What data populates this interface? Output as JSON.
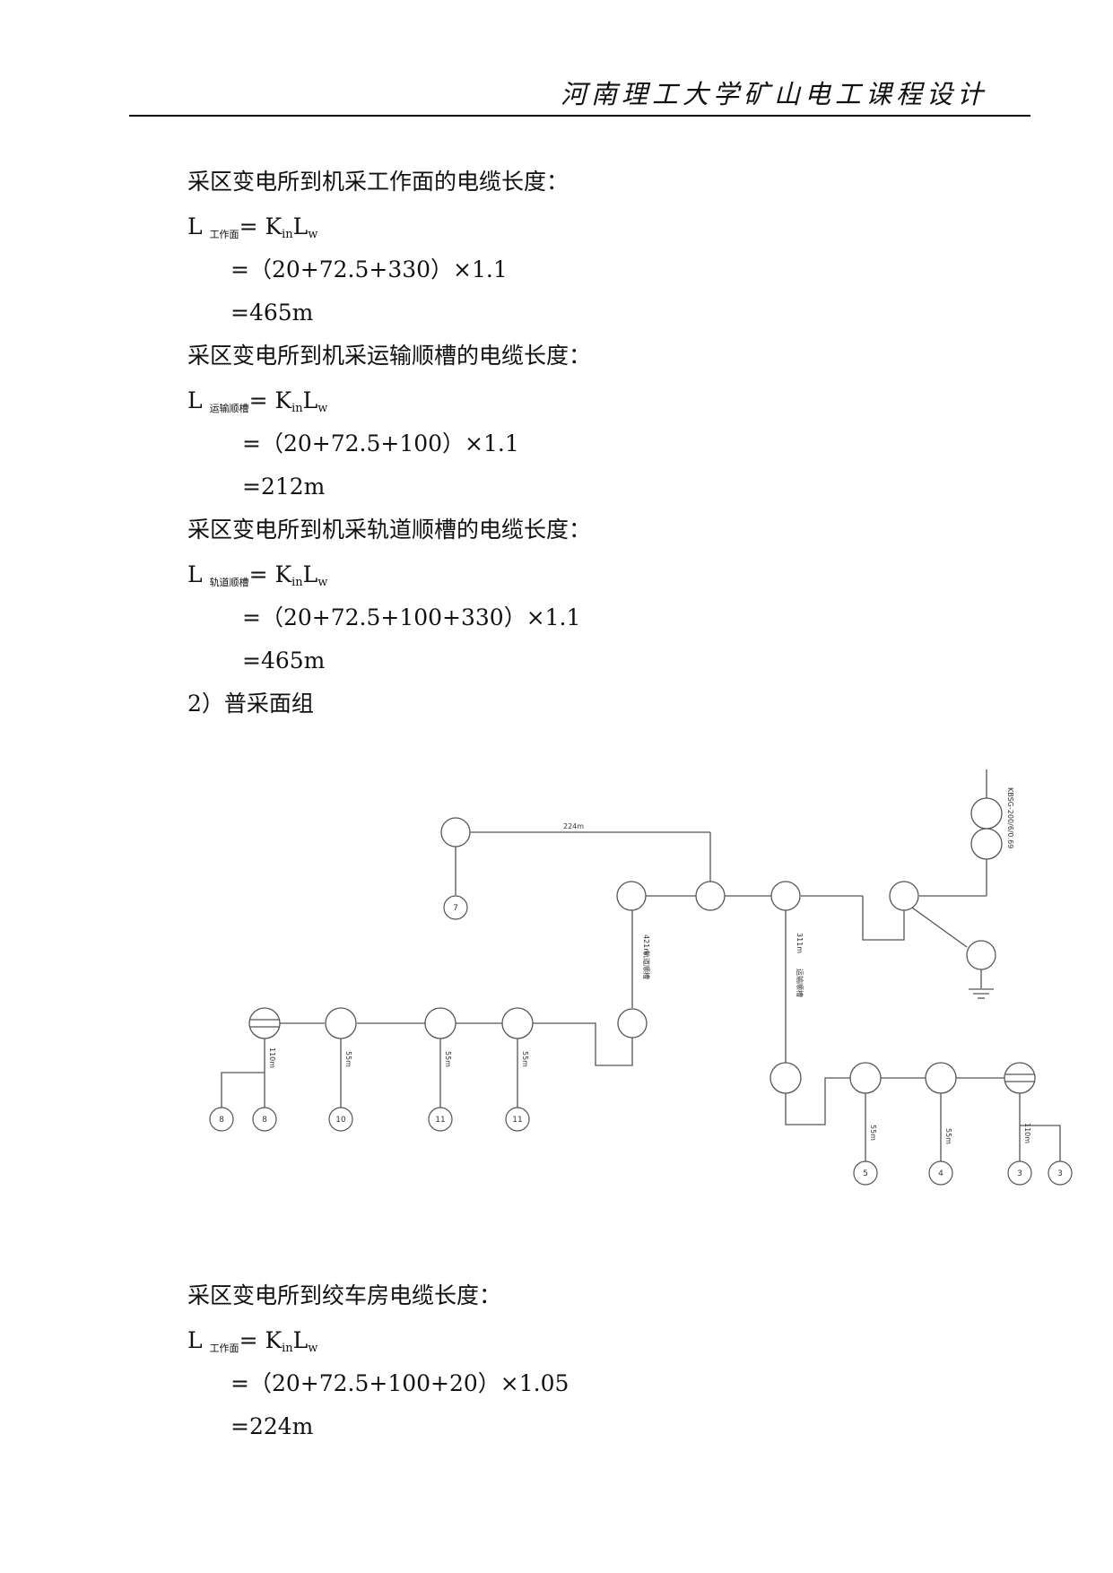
{
  "header": {
    "title": "河南理工大学矿山电工课程设计"
  },
  "section1": {
    "heading_workface": "采区变电所到机采工作面的电缆长度：",
    "formula_workface": {
      "L": "L",
      "sub": "工作面",
      "eq": "= K",
      "in": "in",
      "L2": "L",
      "w": "w"
    },
    "calc_workface": "=（20+72.5+330）×1.1",
    "result_workface": "=465m",
    "heading_transport": "采区变电所到机采运输顺槽的电缆长度：",
    "formula_transport": {
      "L": "L",
      "sub": "运输顺槽",
      "eq": "= K",
      "in": "in",
      "L2": "L",
      "w": "w"
    },
    "calc_transport": "=（20+72.5+100）×1.1",
    "result_transport": "=212m",
    "heading_rail": "采区变电所到机采轨道顺槽的电缆长度：",
    "formula_rail": {
      "L": "L",
      "sub": "轨道顺槽",
      "eq": "= K",
      "in": "in",
      "L2": "L",
      "w": "w"
    },
    "calc_rail": "=（20+72.5+100+330）×1.1",
    "result_rail": "=465m",
    "subsection": "2）普采面组"
  },
  "diagram": {
    "label_224": "224m",
    "label_rail": "轨道顺槽",
    "label_421": "421m",
    "label_transport": "运输顺槽",
    "label_311": "311m",
    "label_transformer": "KBSG-200/6/0.69",
    "label_110_left": "110m",
    "label_55_a": "55m",
    "label_55_b": "55m",
    "label_55_c": "55m",
    "label_55_d": "55m",
    "label_55_e": "55m",
    "label_110_right": "110m",
    "nodes": [
      "7",
      "8",
      "8",
      "10",
      "11",
      "11",
      "5",
      "4",
      "3",
      "3"
    ]
  },
  "section2": {
    "heading_winch": "采区变电所到绞车房电缆长度：",
    "formula_winch": {
      "L": "L",
      "sub": "工作面",
      "eq": "= K",
      "in": "in",
      "L2": "L",
      "w": "w"
    },
    "calc_winch": "=（20+72.5+100+20）×1.05",
    "result_winch": "=224m"
  }
}
